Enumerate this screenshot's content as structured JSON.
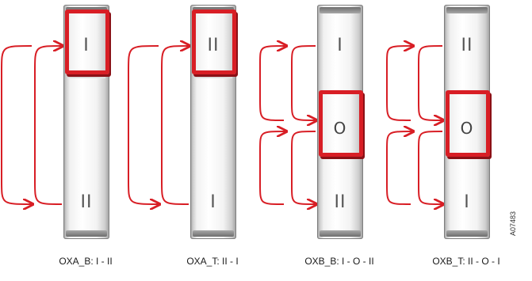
{
  "symbols": {
    "one": "I",
    "two": "II",
    "zero": "O"
  },
  "captions": [
    "OXA_B: I - II",
    "OXA_T: II - I",
    "OXB_B: I - O - II",
    "OXB_T: II - O - I"
  ],
  "image_id": "A07483",
  "colors": {
    "accent_red": "#d81e25",
    "switch_body": "#f4f4f4",
    "symbol_gray": "#555555"
  }
}
